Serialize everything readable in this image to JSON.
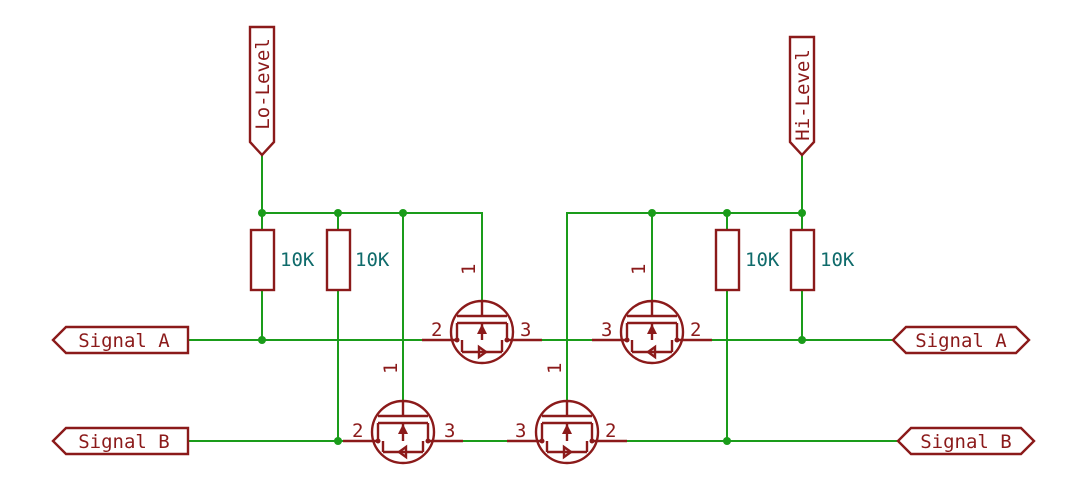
{
  "labels": {
    "lo_level": "Lo-Level",
    "hi_level": "Hi-Level",
    "signal_a_left": "Signal A",
    "signal_a_right": "Signal A",
    "signal_b_left": "Signal B",
    "signal_b_right": "Signal B"
  },
  "resistors": {
    "r1": "10K",
    "r2": "10K",
    "r3": "10K",
    "r4": "10K"
  },
  "mosfets": {
    "q1": {
      "gate": "1",
      "left": "2",
      "right": "3"
    },
    "q2": {
      "gate": "1",
      "left": "3",
      "right": "2"
    },
    "q3": {
      "gate": "1",
      "left": "2",
      "right": "3"
    },
    "q4": {
      "gate": "1",
      "left": "3",
      "right": "2"
    }
  },
  "colors": {
    "wire": "#1a9c1a",
    "component": "#8b1a1a",
    "value_text": "#0f6b6b"
  }
}
